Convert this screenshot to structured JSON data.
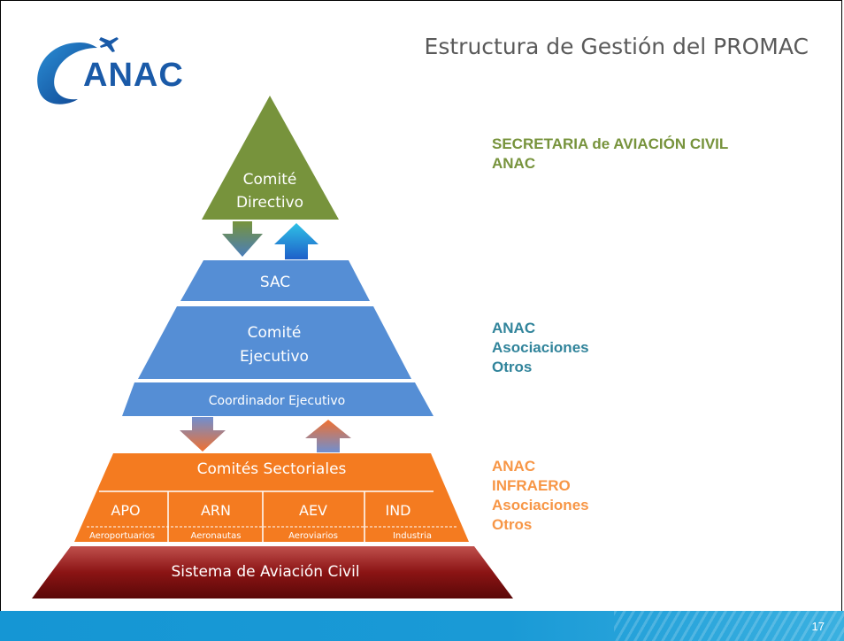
{
  "slide": {
    "title": "Estructura de Gestión del PROMAC",
    "logo_text": "ANAC",
    "page_number": "17"
  },
  "pyramid": {
    "top": [
      "Comité",
      "Directivo"
    ],
    "sac": "SAC",
    "comite_ejecutivo": [
      "Comité",
      "Ejecutivo"
    ],
    "coordinador": "Coordinador Ejecutivo",
    "comites_sectoriales": "Comités Sectoriales",
    "sectors": [
      {
        "code": "APO",
        "name": "Aeroportuarios"
      },
      {
        "code": "ARN",
        "name": "Aeronautas"
      },
      {
        "code": "AEV",
        "name": "Aeroviarios"
      },
      {
        "code": "IND",
        "name": "Industria"
      }
    ],
    "base": "Sistema de Aviación Civil"
  },
  "side_labels": {
    "group1": {
      "color": "#77933c",
      "lines": [
        "SECRETARIA de AVIACIÓN CIVIL",
        "ANAC"
      ]
    },
    "group2": {
      "color": "#31849b",
      "lines": [
        "ANAC",
        "Asociaciones",
        "Otros"
      ]
    },
    "group3": {
      "color": "#f79646",
      "lines": [
        "ANAC",
        "INFRAERO",
        "Asociaciones",
        "Otros"
      ]
    }
  },
  "colors": {
    "green": "#77933c",
    "blue": "#558ed5",
    "orange": "#f47b20",
    "base_dark": "#7a1010",
    "footer": "#1596d4"
  }
}
